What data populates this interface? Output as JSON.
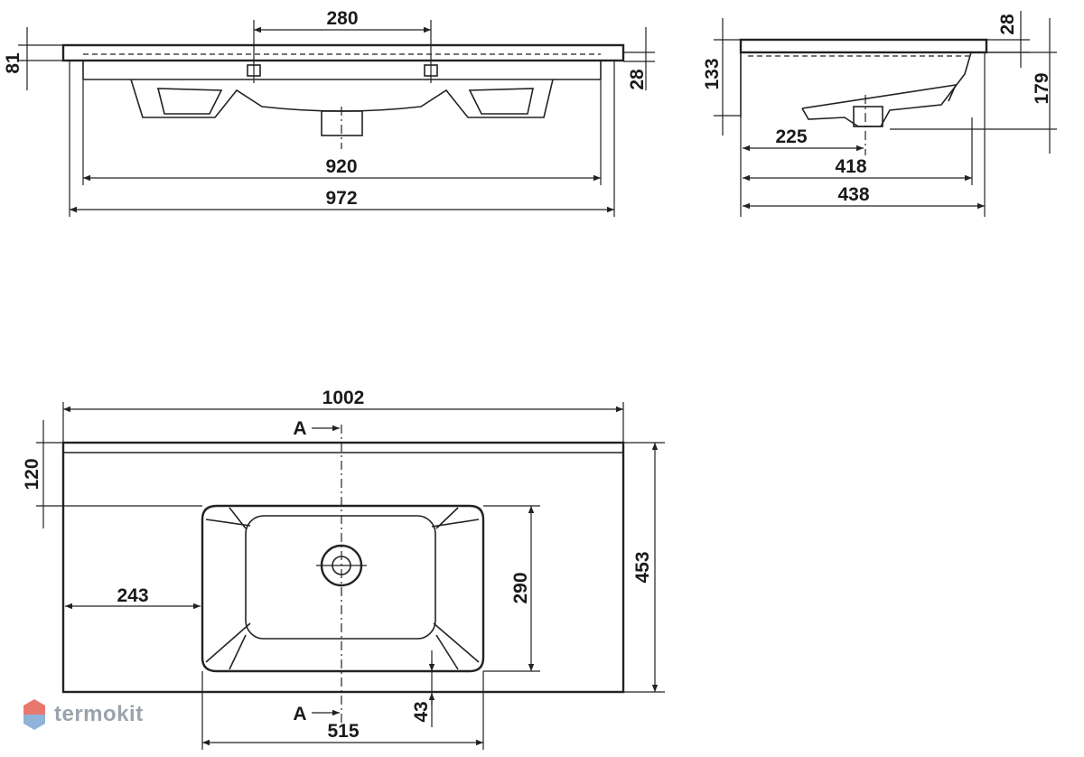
{
  "brand": {
    "name": "termokit",
    "colors": {
      "top": "#e8776d",
      "bottom": "#8fb3d9"
    }
  },
  "front_view": {
    "dims": {
      "tap_spacing": "280",
      "depth_left": "81",
      "depth_right": "28",
      "inner_width": "920",
      "outer_width": "972"
    }
  },
  "side_view": {
    "dims": {
      "top_thickness": "28",
      "height_left": "133",
      "height_right": "179",
      "drain_offset": "225",
      "inner_depth": "418",
      "outer_depth": "438"
    }
  },
  "plan_view": {
    "dims": {
      "total_width": "1002",
      "top_strip": "120",
      "left_offset": "243",
      "bowl_depth": "290",
      "total_depth": "453",
      "bowl_width": "515",
      "bottom_margin": "43"
    },
    "section_marks": {
      "top": "A",
      "bottom": "A"
    }
  }
}
